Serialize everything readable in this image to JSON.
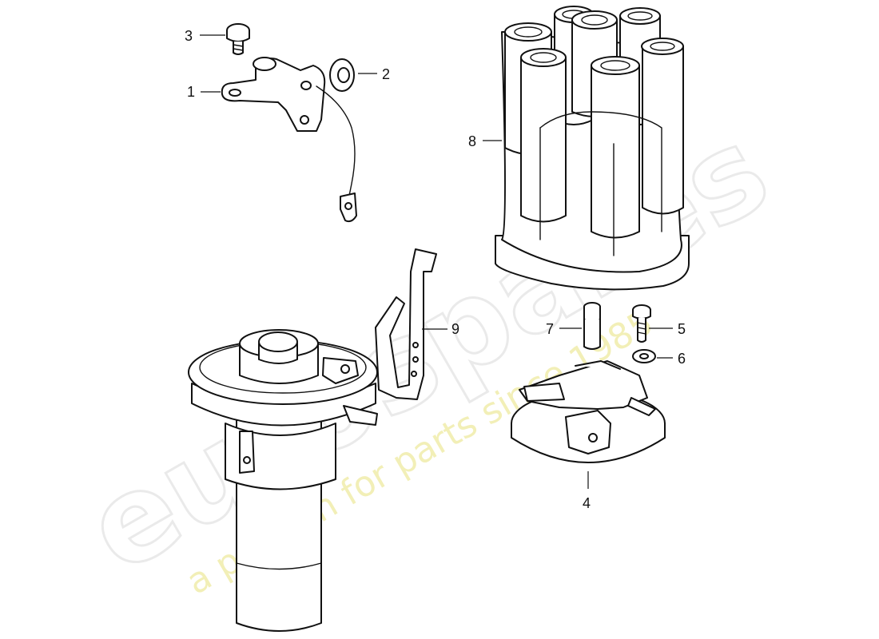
{
  "callouts": [
    {
      "id": "1",
      "label": "1"
    },
    {
      "id": "2",
      "label": "2"
    },
    {
      "id": "3",
      "label": "3"
    },
    {
      "id": "4",
      "label": "4"
    },
    {
      "id": "5",
      "label": "5"
    },
    {
      "id": "6",
      "label": "6"
    },
    {
      "id": "7",
      "label": "7"
    },
    {
      "id": "8",
      "label": "8"
    },
    {
      "id": "9",
      "label": "9"
    }
  ],
  "watermark": {
    "brand": "eurospares",
    "tagline": "a passion for parts since 1985"
  }
}
